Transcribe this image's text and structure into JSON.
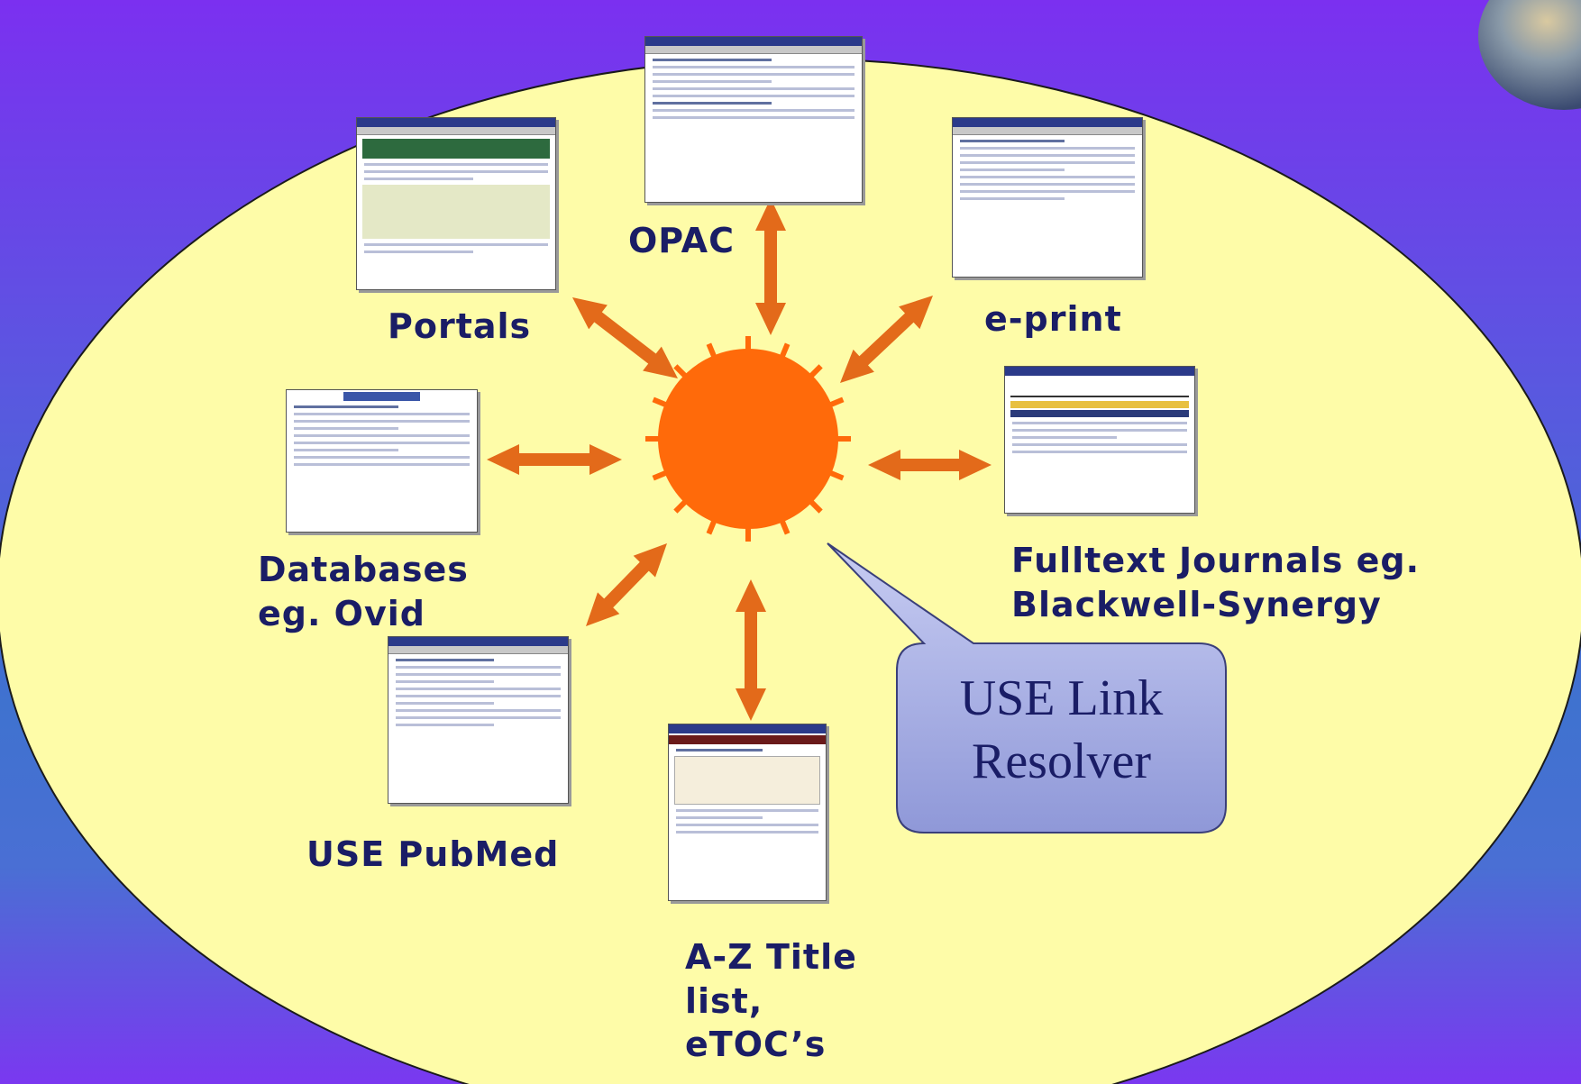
{
  "colors": {
    "ellipse_fill": "#fefca8",
    "arrow": "#e36a1a",
    "sun": "#ff6a0a",
    "label_text": "#1a1d66",
    "callout_fill": "#aeb6e8"
  },
  "hub": {
    "icon": "sun-hub-icon"
  },
  "nodes": {
    "opac": {
      "label": "OPAC"
    },
    "portals": {
      "label": "Portals"
    },
    "eprint": {
      "label": "e-print"
    },
    "databases": {
      "line1": "Databases",
      "line2": "eg. Ovid"
    },
    "fulltext": {
      "line1": "Fulltext Journals eg.",
      "line2": "Blackwell-Synergy"
    },
    "pubmed": {
      "label": "USE PubMed"
    },
    "azlist": {
      "line1": "A-Z Title",
      "line2": "list,",
      "line3": "eTOC’s"
    }
  },
  "callout": {
    "line1": "USE Link",
    "line2": "Resolver"
  },
  "corner": {
    "icon": "globe-icon"
  }
}
